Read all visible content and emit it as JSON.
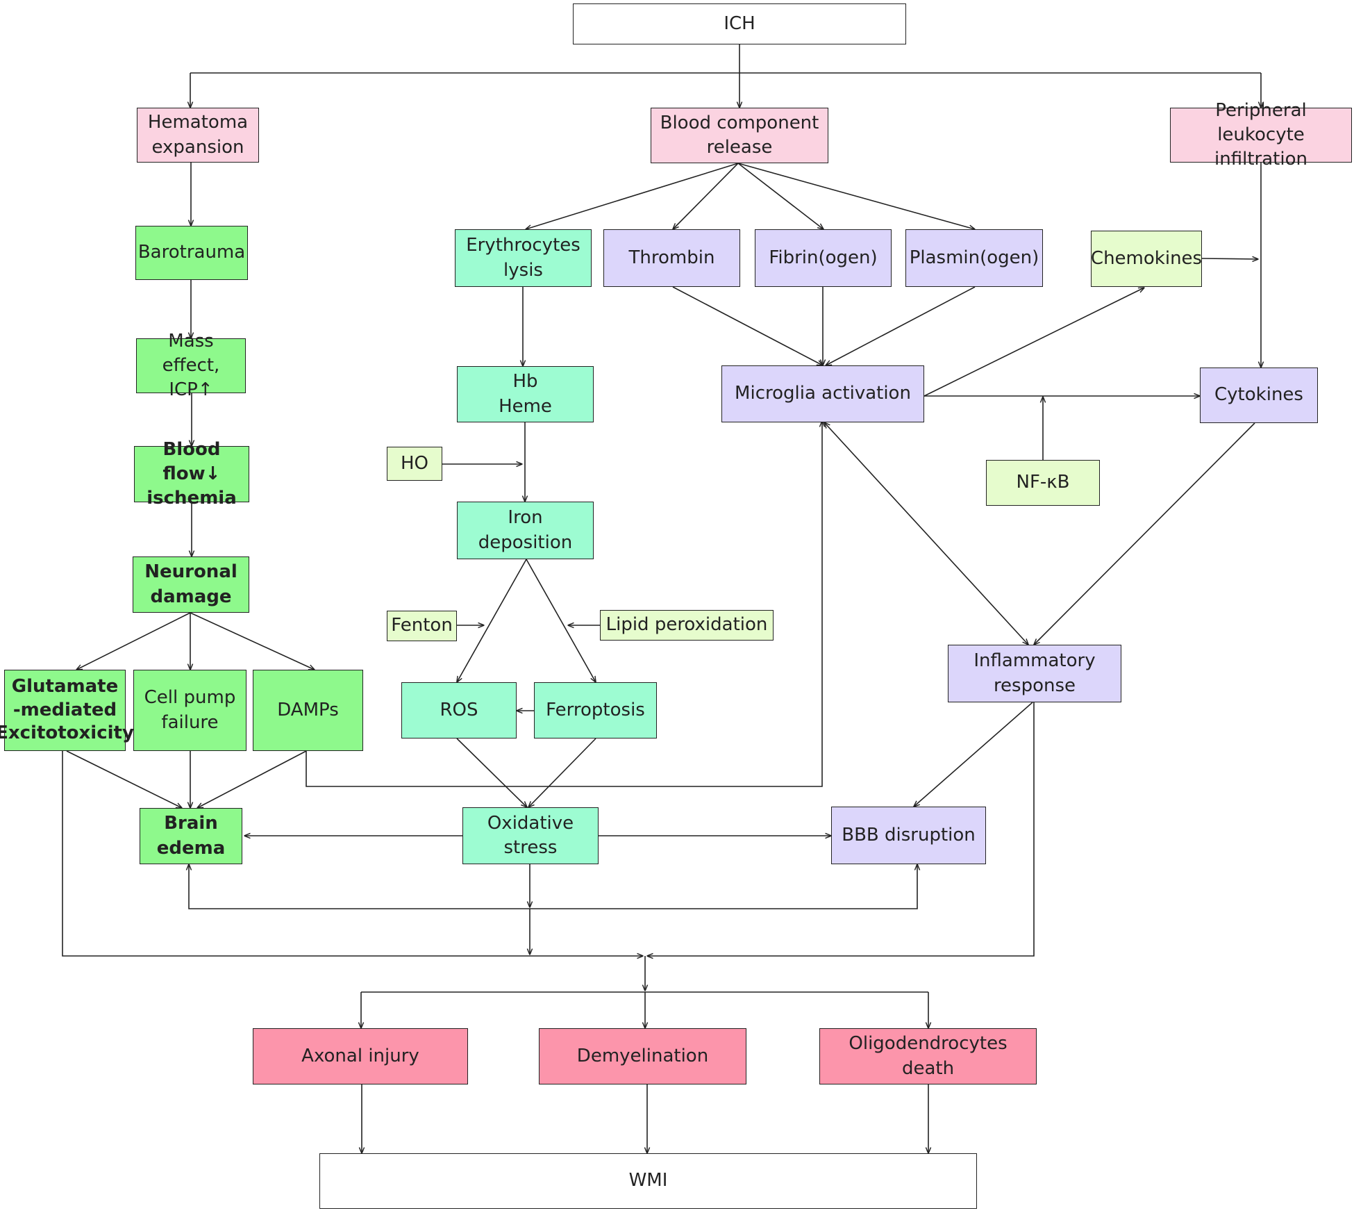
{
  "nodes": {
    "ich": "ICH",
    "hematoma_expansion": "Hematoma\nexpansion",
    "blood_component_release": "Blood component\nrelease",
    "peripheral_leukocyte_infiltration": "Peripheral leukocyte\ninfiltration",
    "barotrauma": "Barotrauma",
    "mass_effect": "Mass effect,\nICP↑",
    "blood_flow_ischemia": "Blood flow↓\nischemia",
    "neuronal_damage": "Neuronal\ndamage",
    "glutamate_excitotoxicity": "Glutamate\n-mediated\nExcitotoxicity",
    "cell_pump_failure": "Cell pump\nfailure",
    "damps": "DAMPs",
    "brain_edema": "Brain\nedema",
    "erythrocytes_lysis": "Erythrocytes\nlysis",
    "thrombin": "Thrombin",
    "fibrinogen": "Fibrin(ogen)",
    "plasminogen": "Plasmin(ogen)",
    "chemokines": "Chemokines",
    "hb_heme": "Hb\nHeme",
    "ho": "HO",
    "iron_deposition": "Iron\ndeposition",
    "fenton": "Fenton",
    "lipid_peroxidation": "Lipid peroxidation",
    "ros": "ROS",
    "ferroptosis": "Ferroptosis",
    "oxidative_stress": "Oxidative\nstress",
    "microglia_activation": "Microglia activation",
    "cytokines": "Cytokines",
    "nf_kb": "NF-κB",
    "inflammatory_response": "Inflammatory\nresponse",
    "bbb_disruption": "BBB disruption",
    "axonal_injury": "Axonal injury",
    "demyelination": "Demyelination",
    "oligodendrocytes_death": "Oligodendrocytes death",
    "wmi": "WMI"
  },
  "colors": {
    "pink": "#fbd3e1",
    "bright_green": "#8ef98c",
    "mint": "#9dfcd2",
    "lavender": "#dcd6fb",
    "light_lime": "#e6fccd",
    "rose": "#fc95ab",
    "white": "#ffffff",
    "line": "#222222"
  },
  "edges": [
    {
      "from": "ich",
      "to": "hematoma_expansion"
    },
    {
      "from": "ich",
      "to": "blood_component_release"
    },
    {
      "from": "ich",
      "to": "peripheral_leukocyte_infiltration"
    },
    {
      "from": "hematoma_expansion",
      "to": "barotrauma"
    },
    {
      "from": "barotrauma",
      "to": "mass_effect"
    },
    {
      "from": "mass_effect",
      "to": "blood_flow_ischemia"
    },
    {
      "from": "blood_flow_ischemia",
      "to": "neuronal_damage"
    },
    {
      "from": "neuronal_damage",
      "to": "glutamate_excitotoxicity"
    },
    {
      "from": "neuronal_damage",
      "to": "cell_pump_failure"
    },
    {
      "from": "neuronal_damage",
      "to": "damps"
    },
    {
      "from": "glutamate_excitotoxicity",
      "to": "brain_edema"
    },
    {
      "from": "cell_pump_failure",
      "to": "brain_edema"
    },
    {
      "from": "damps",
      "to": "brain_edema"
    },
    {
      "from": "damps",
      "to": "microglia_activation"
    },
    {
      "from": "blood_component_release",
      "to": "erythrocytes_lysis"
    },
    {
      "from": "blood_component_release",
      "to": "thrombin"
    },
    {
      "from": "blood_component_release",
      "to": "fibrinogen"
    },
    {
      "from": "blood_component_release",
      "to": "plasminogen"
    },
    {
      "from": "erythrocytes_lysis",
      "to": "hb_heme"
    },
    {
      "from": "hb_heme",
      "to": "iron_deposition"
    },
    {
      "from": "ho",
      "to": "iron_deposition"
    },
    {
      "from": "iron_deposition",
      "to": "ros"
    },
    {
      "from": "iron_deposition",
      "to": "ferroptosis"
    },
    {
      "from": "fenton",
      "to": "ros"
    },
    {
      "from": "lipid_peroxidation",
      "to": "ferroptosis"
    },
    {
      "from": "ferroptosis",
      "to": "ros"
    },
    {
      "from": "ros",
      "to": "oxidative_stress"
    },
    {
      "from": "ferroptosis",
      "to": "oxidative_stress"
    },
    {
      "from": "oxidative_stress",
      "to": "brain_edema"
    },
    {
      "from": "oxidative_stress",
      "to": "bbb_disruption"
    },
    {
      "from": "thrombin",
      "to": "microglia_activation"
    },
    {
      "from": "fibrinogen",
      "to": "microglia_activation"
    },
    {
      "from": "plasminogen",
      "to": "microglia_activation"
    },
    {
      "from": "microglia_activation",
      "to": "chemokines"
    },
    {
      "from": "chemokines",
      "to": "cytokines"
    },
    {
      "from": "peripheral_leukocyte_infiltration",
      "to": "cytokines"
    },
    {
      "from": "microglia_activation",
      "to": "cytokines"
    },
    {
      "from": "nf_kb",
      "to": "cytokines"
    },
    {
      "from": "microglia_activation",
      "to": "inflammatory_response",
      "bidirectional": true
    },
    {
      "from": "cytokines",
      "to": "inflammatory_response"
    },
    {
      "from": "inflammatory_response",
      "to": "bbb_disruption"
    },
    {
      "from": "converge",
      "to": "axonal_injury"
    },
    {
      "from": "converge",
      "to": "demyelination"
    },
    {
      "from": "converge",
      "to": "oligodendrocytes_death"
    },
    {
      "from": "axonal_injury",
      "to": "wmi"
    },
    {
      "from": "demyelination",
      "to": "wmi"
    },
    {
      "from": "oligodendrocytes_death",
      "to": "wmi"
    }
  ]
}
